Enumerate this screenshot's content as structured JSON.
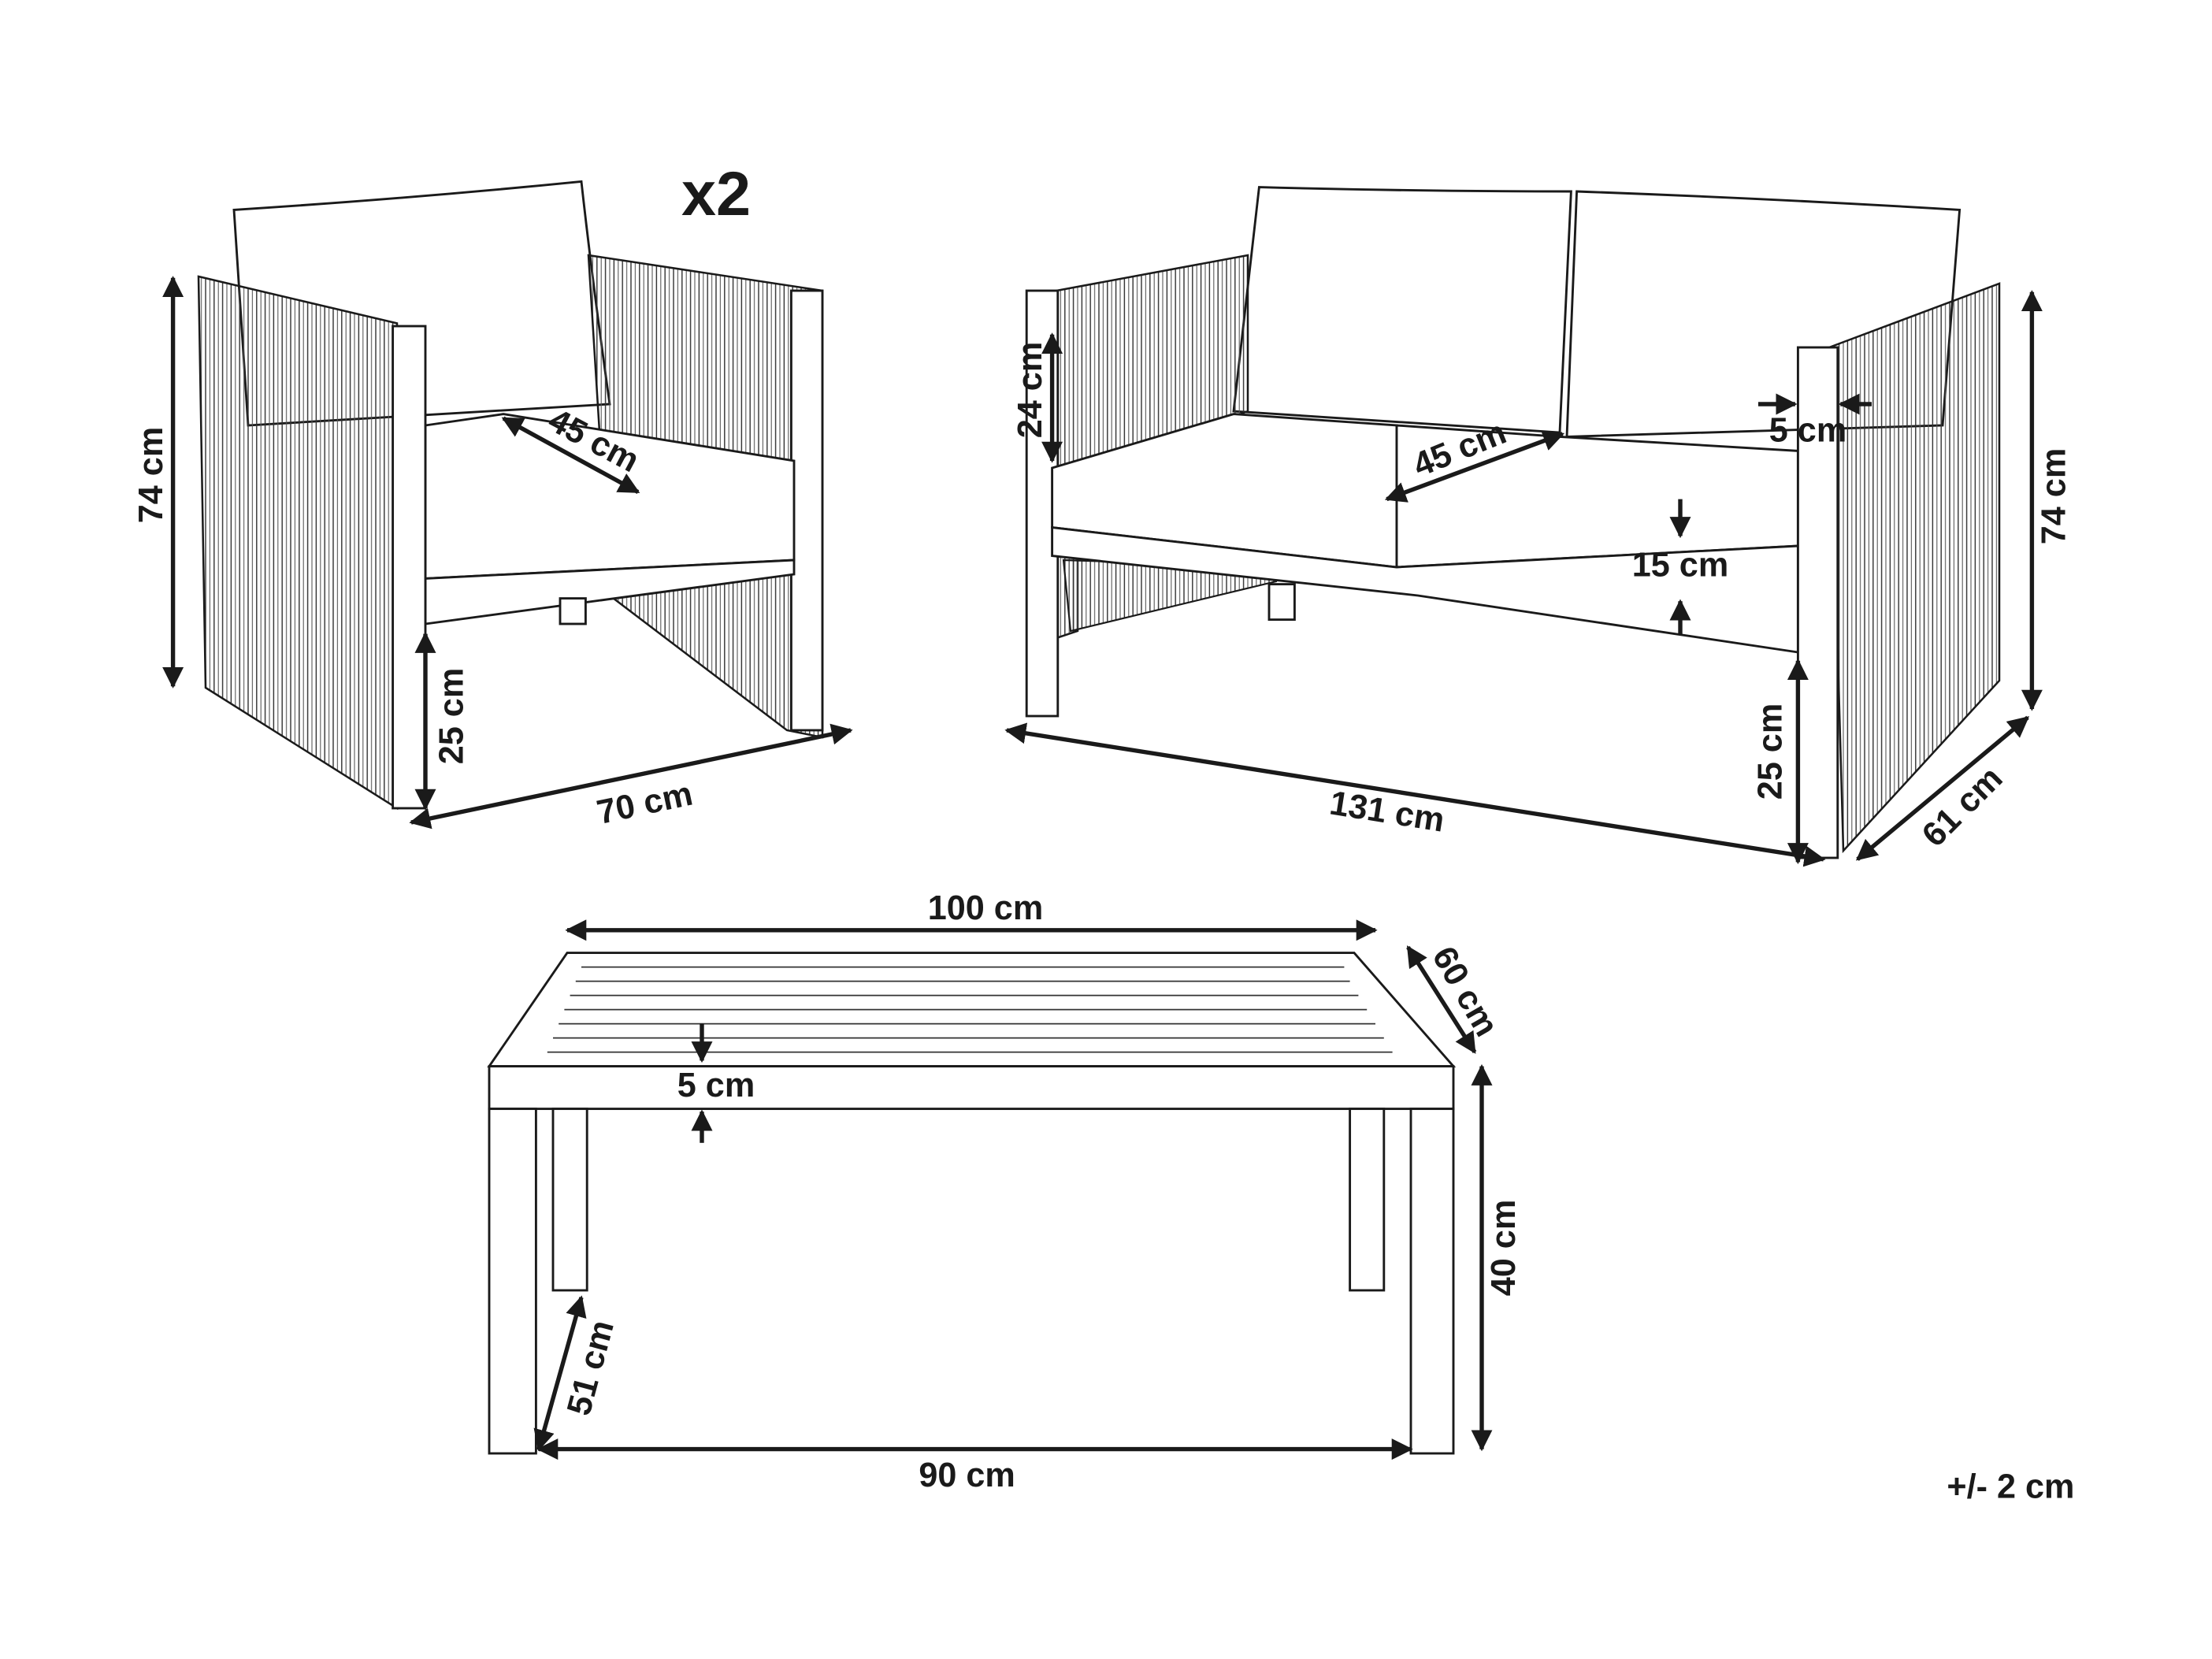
{
  "armchair": {
    "quantity": "x2",
    "height": "74 cm",
    "seat_depth": "45 cm",
    "seat_height": "25 cm",
    "width": "70 cm"
  },
  "sofa": {
    "backrest_arm_height": "24 cm",
    "seat_depth": "45 cm",
    "arm_thickness": "5 cm",
    "cushion_thickness": "15 cm",
    "height": "74 cm",
    "seat_height": "25 cm",
    "width": "131 cm",
    "depth": "61 cm"
  },
  "table": {
    "width": "100 cm",
    "depth": "60 cm",
    "top_thickness": "5 cm",
    "height": "40 cm",
    "inner_depth": "51 cm",
    "inner_width": "90 cm"
  },
  "tolerance": "+/- 2 cm"
}
